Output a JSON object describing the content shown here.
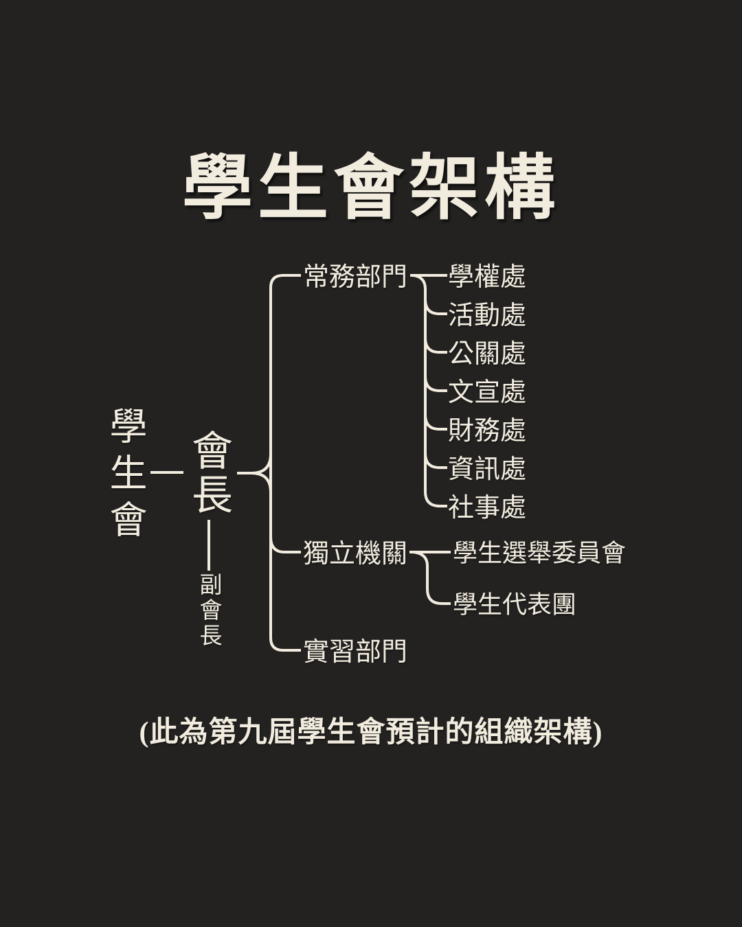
{
  "theme": {
    "background": "#232221",
    "ink": "#f2ecdf"
  },
  "title": "學生會架構",
  "tree": {
    "root": "學生會",
    "president": "會長",
    "vice_president": "副會長",
    "branches": [
      {
        "label": "常務部門",
        "children": [
          "學權處",
          "活動處",
          "公關處",
          "文宣處",
          "財務處",
          "資訊處",
          "社事處"
        ]
      },
      {
        "label": "獨立機關",
        "children": [
          "學生選舉委員會",
          "學生代表團"
        ]
      },
      {
        "label": "實習部門",
        "children": []
      }
    ]
  },
  "footnote": "(此為第九屆學生會預計的組織架構)"
}
